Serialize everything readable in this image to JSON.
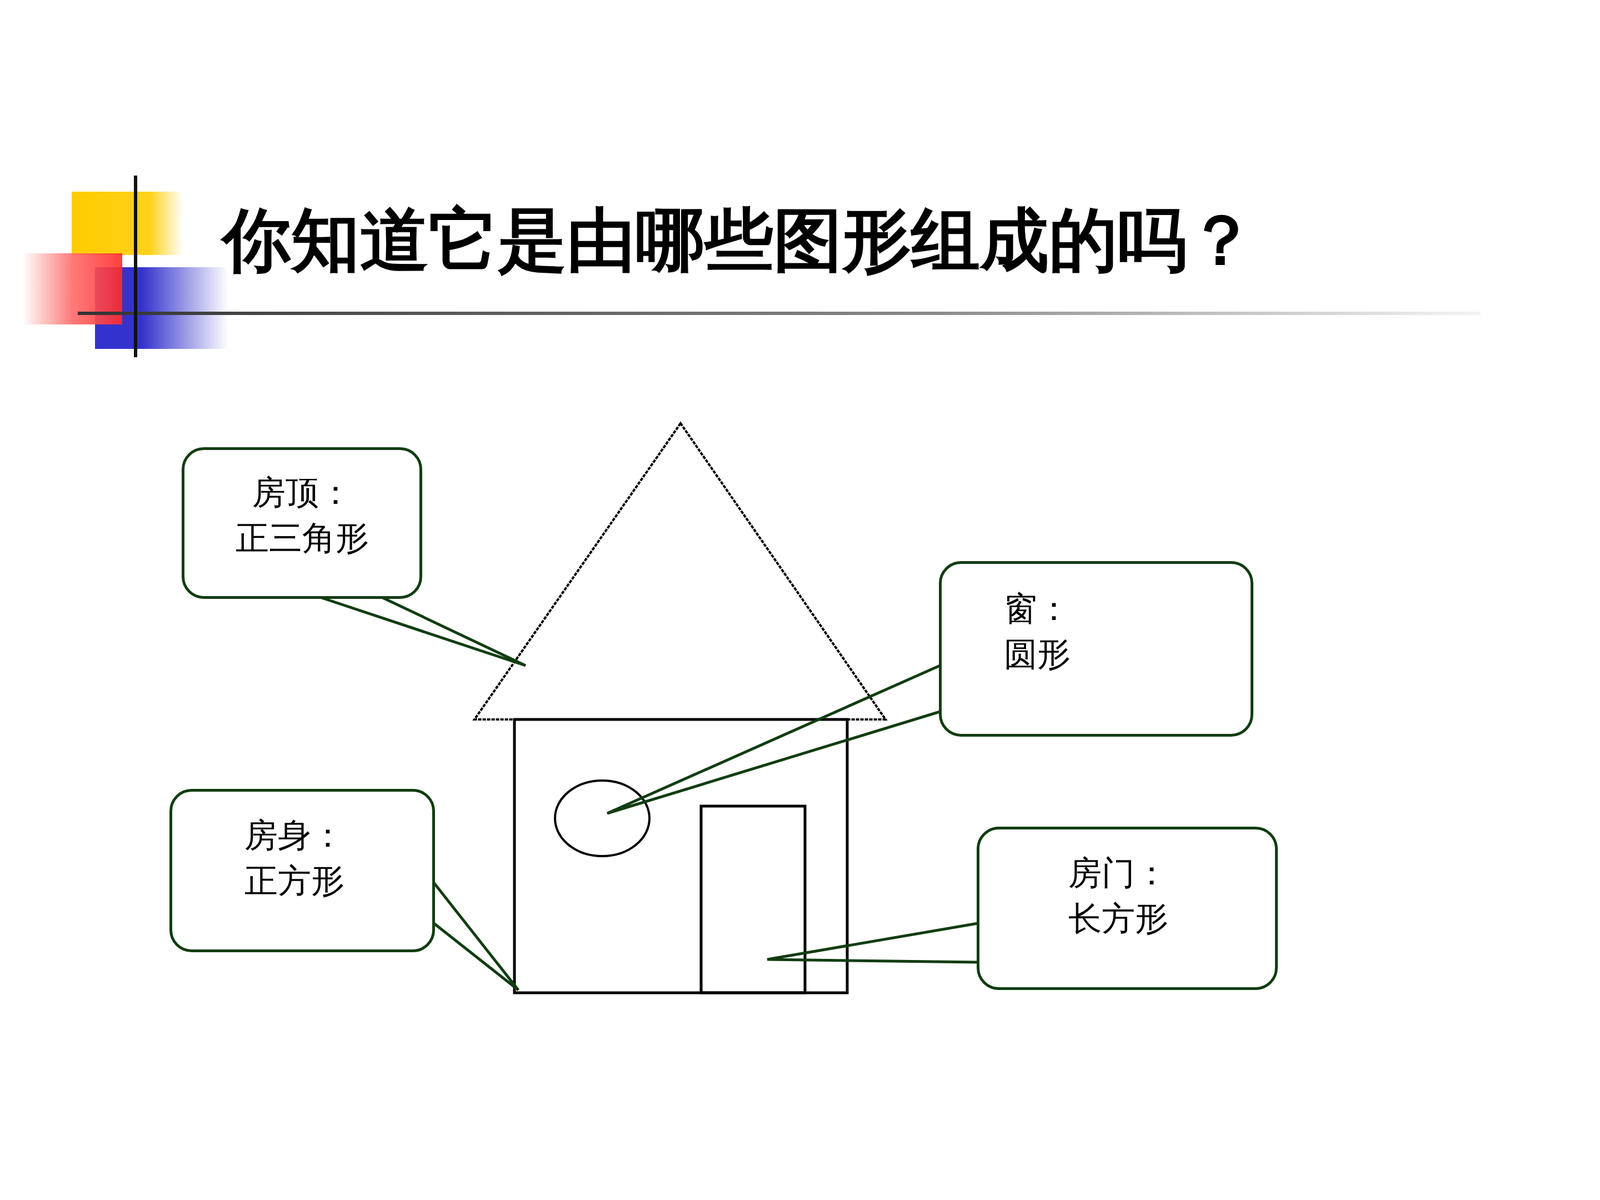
{
  "diagram": {
    "title": "你知道它是由哪些图形组成的吗？",
    "nodes": [
      {
        "text": [
          "房顶：",
          "正三角形"
        ]
      },
      {
        "text": [
          "窗：",
          "圆形"
        ]
      },
      {
        "text": [
          "房身：",
          "正方形"
        ]
      },
      {
        "text": [
          "房门：",
          "长方形"
        ]
      }
    ]
  }
}
